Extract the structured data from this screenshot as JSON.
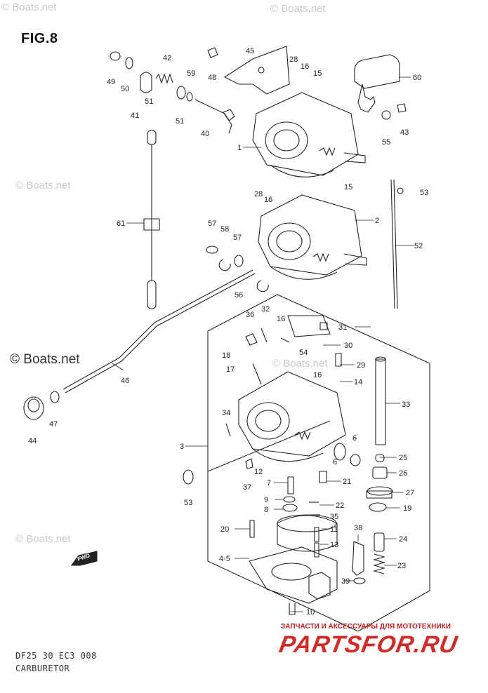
{
  "figure": {
    "title": "FIG.8",
    "code": "DF25 30 EC3  008",
    "caption": "CARBURETOR"
  },
  "watermarks": {
    "top_left": "© Boats.net",
    "top_right": "© Boats.net",
    "mid_left": "© Boats.net",
    "center": "© Boats.net",
    "lower_left": "© Boats.net",
    "right_mid": "© Boats.net"
  },
  "brand": {
    "tagline": "ЗАПЧАСТИ И АКСЕССУАРЫ ДЛЯ МОТОТЕХНИКИ",
    "name": "PARTSFOR.RU",
    "color": "#d42a2a"
  },
  "callouts": {
    "c1": "1",
    "c2": "2",
    "c3": "3",
    "c4_5": "4·5",
    "c6a": "6",
    "c6b": "6",
    "c7": "7",
    "c8": "8",
    "c9": "9",
    "c10": "10",
    "c11": "11",
    "c12": "12",
    "c13": "13",
    "c14": "14",
    "c15a": "15",
    "c15b": "15",
    "c16a": "16",
    "c16b": "16",
    "c16c": "16",
    "c16d": "16",
    "c17": "17",
    "c18": "18",
    "c19": "19",
    "c20": "20",
    "c21": "21",
    "c22": "22",
    "c23": "23",
    "c24": "24",
    "c25": "25",
    "c26": "26",
    "c27": "27",
    "c28a": "28",
    "c28b": "28",
    "c29": "29",
    "c30": "30",
    "c31": "31",
    "c32": "32",
    "c33": "33",
    "c34": "34",
    "c35": "35",
    "c36": "36",
    "c37": "37",
    "c38": "38",
    "c39": "39",
    "c40": "40",
    "c41": "41",
    "c42": "42",
    "c43": "43",
    "c44": "44",
    "c45": "45",
    "c46": "46",
    "c47": "47",
    "c48": "48",
    "c49": "49",
    "c50": "50",
    "c51a": "51",
    "c51b": "51",
    "c52": "52",
    "c53a": "53",
    "c53b": "53",
    "c54": "54",
    "c55": "55",
    "c56": "56",
    "c57a": "57",
    "c57b": "57",
    "c58": "58",
    "c59": "59",
    "c60": "60",
    "c61": "61"
  },
  "front_arrow": "FWD"
}
